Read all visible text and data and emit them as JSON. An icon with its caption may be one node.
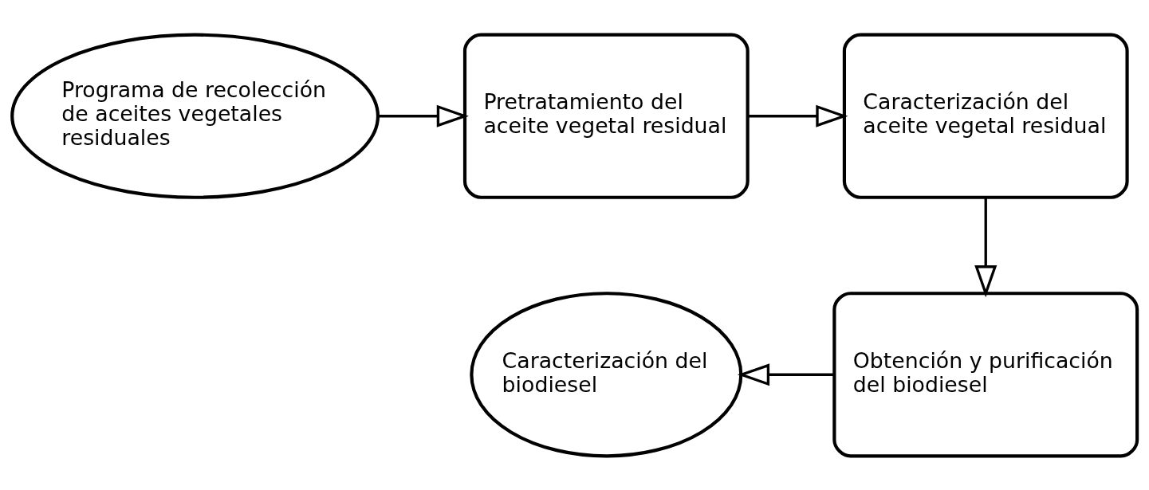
{
  "diagram": {
    "nodes": [
      {
        "text": [
          "Programa de recolección de aceites vegetales residuales"
        ]
      },
      {
        "text": [
          "Pretratamiento del aceite vegetal residual"
        ]
      },
      {
        "text": [
          "Caracterización del aceite vegetal residual"
        ]
      },
      {
        "text": [
          "Obtención y purificación del biodiesel"
        ]
      },
      {
        "text": [
          "Caracterización del biodiesel"
        ]
      }
    ],
    "edges": [
      {
        "from": 0,
        "to": 1,
        "arrow": "to"
      },
      {
        "from": 1,
        "to": 2,
        "arrow": "to"
      },
      {
        "from": 2,
        "to": 3,
        "arrow": "to"
      },
      {
        "from": 3,
        "to": 4,
        "arrow": "to"
      }
    ]
  }
}
